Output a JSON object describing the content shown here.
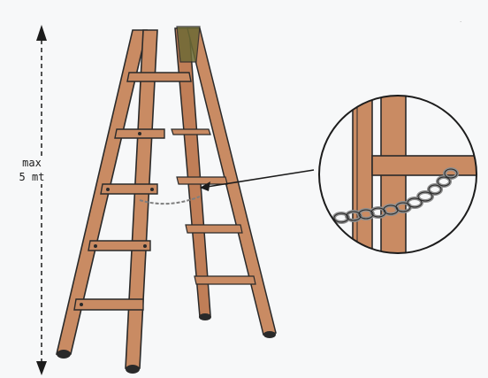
{
  "height_annotation": {
    "label": "max\n5 mt"
  },
  "colors": {
    "wood": "#c98b63",
    "wood_dark": "#b57752",
    "outline": "#2a2a2a",
    "chain": "#9a9a9a",
    "background": "#f7f8f9"
  },
  "illustration": {
    "subject": "step-ladder",
    "detail_inset": "chain-link-detail"
  }
}
